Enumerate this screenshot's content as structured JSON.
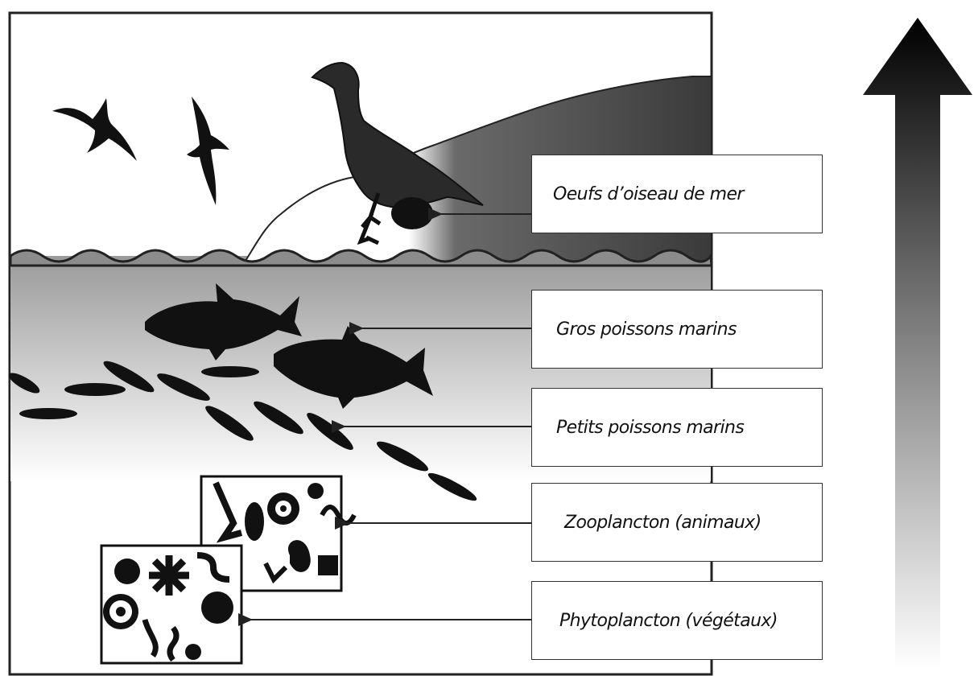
{
  "diagram": {
    "levels": [
      {
        "id": "seabird-eggs",
        "label": "Oeufs d’oiseau de mer"
      },
      {
        "id": "large-fish",
        "label": "Gros poissons marins"
      },
      {
        "id": "small-fish",
        "label": "Petits poissons marins"
      },
      {
        "id": "zooplankton",
        "label": "Zooplancton (animaux)"
      },
      {
        "id": "phytoplankton",
        "label": "Phytoplancton (végétaux)"
      }
    ]
  }
}
